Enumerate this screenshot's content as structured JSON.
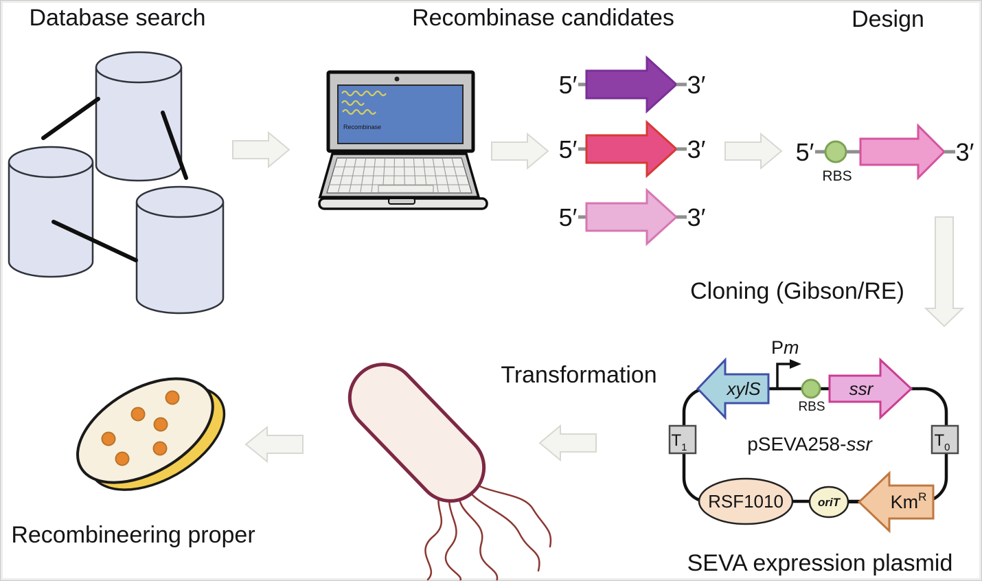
{
  "titles": {
    "database_search": "Database search",
    "recombinase_candidates": "Recombinase candidates",
    "design": "Design",
    "cloning": "Cloning (Gibson/RE)",
    "transformation": "Transformation",
    "recombineering_proper": "Recombineering proper",
    "seva_expression_plasmid": "SEVA expression plasmid"
  },
  "laptop": {
    "screen_text": "Recombinase"
  },
  "candidates": {
    "rows": [
      {
        "five_prime": "5′",
        "three_prime": "3′",
        "fill": "#8e3fa5",
        "stroke": "#7b2f96"
      },
      {
        "five_prime": "5′",
        "three_prime": "3′",
        "fill": "#e64f84",
        "stroke": "#d63a34"
      },
      {
        "five_prime": "5′",
        "three_prime": "3′",
        "fill": "#eab2d8",
        "stroke": "#d776b2"
      }
    ]
  },
  "design_construct": {
    "five_prime": "5′",
    "three_prime": "3′",
    "rbs_label": "RBS",
    "arrow_fill": "#ef9ccf",
    "arrow_stroke": "#d5549e",
    "rbs_fill": "#b0d186",
    "rbs_stroke": "#7da253"
  },
  "plasmid": {
    "promoter_p": "P",
    "promoter_m": "m",
    "rbs_label": "RBS",
    "xyls_label": "xylS",
    "ssr_label": "ssr",
    "t1_base": "T",
    "t1_sub": "1",
    "t0_base": "T",
    "t0_sub": "0",
    "name_prefix": "pSEVA258-",
    "name_gene": "ssr",
    "rsf_label": "RSF1010",
    "orit_label": "oriT",
    "km_base": "Km",
    "km_sup": "R",
    "xyls_fill": "#a9d3df",
    "xyls_stroke": "#4050a8",
    "ssr_fill": "#e9aede",
    "ssr_stroke": "#cb3d92",
    "km_fill": "#f2c9a2",
    "km_stroke": "#bf7840",
    "rsf_fill": "#f7dfca",
    "orit_fill": "#f6f2cf",
    "rbs_fill": "#a9cf7e",
    "rbs_stroke": "#7da253"
  },
  "colors": {
    "process_arrow_fill": "#f4f4f1",
    "process_arrow_stroke": "#d8d8d2",
    "database_fill": "#dfe3f1",
    "screen_blue": "#5b80c2",
    "bacterium_fill": "#f9ede7",
    "bacterium_stroke": "#7d2844",
    "dish_agar": "#f7f0df",
    "dish_rim": "#f2cd50",
    "colony_fill": "#e6862f",
    "colony_stroke": "#b8742a"
  }
}
